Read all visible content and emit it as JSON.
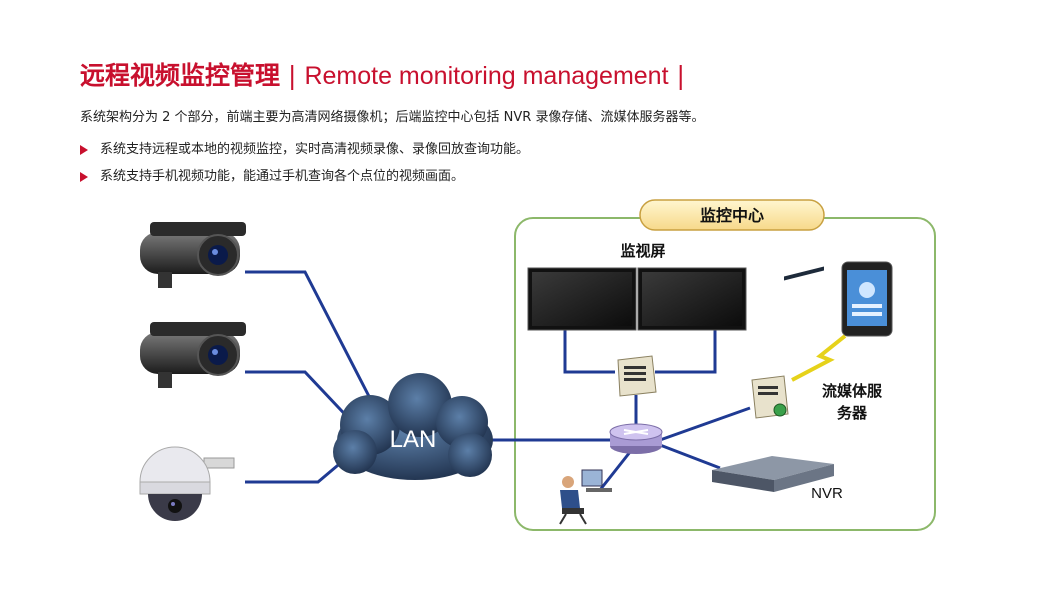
{
  "header": {
    "title_cn": "远程视频监控管理",
    "separator": "|",
    "title_en": "Remote monitoring management",
    "separator_end": "|"
  },
  "intro": "系统架构分为 2 个部分，前端主要为高清网络摄像机；后端监控中心包括 NVR 录像存储、流媒体服务器等。",
  "bullets": [
    "系统支持远程或本地的视频监控，实时高清视频录像、录像回放查询功能。",
    "系统支持手机视频功能，能通过手机查询各个点位的视频画面。"
  ],
  "diagram": {
    "center_label": "监控中心",
    "cloud_label": "LAN",
    "monitor_label": "监视屏",
    "streaming_label_line1": "流媒体服",
    "streaming_label_line2": "务器",
    "nvr_label": "NVR",
    "colors": {
      "link": "#1f3a93",
      "accent": "#c8102e",
      "panel_border": "#8cb86a",
      "badge_fill": "#fde9a8",
      "cloud": "#1c2f4d"
    }
  }
}
